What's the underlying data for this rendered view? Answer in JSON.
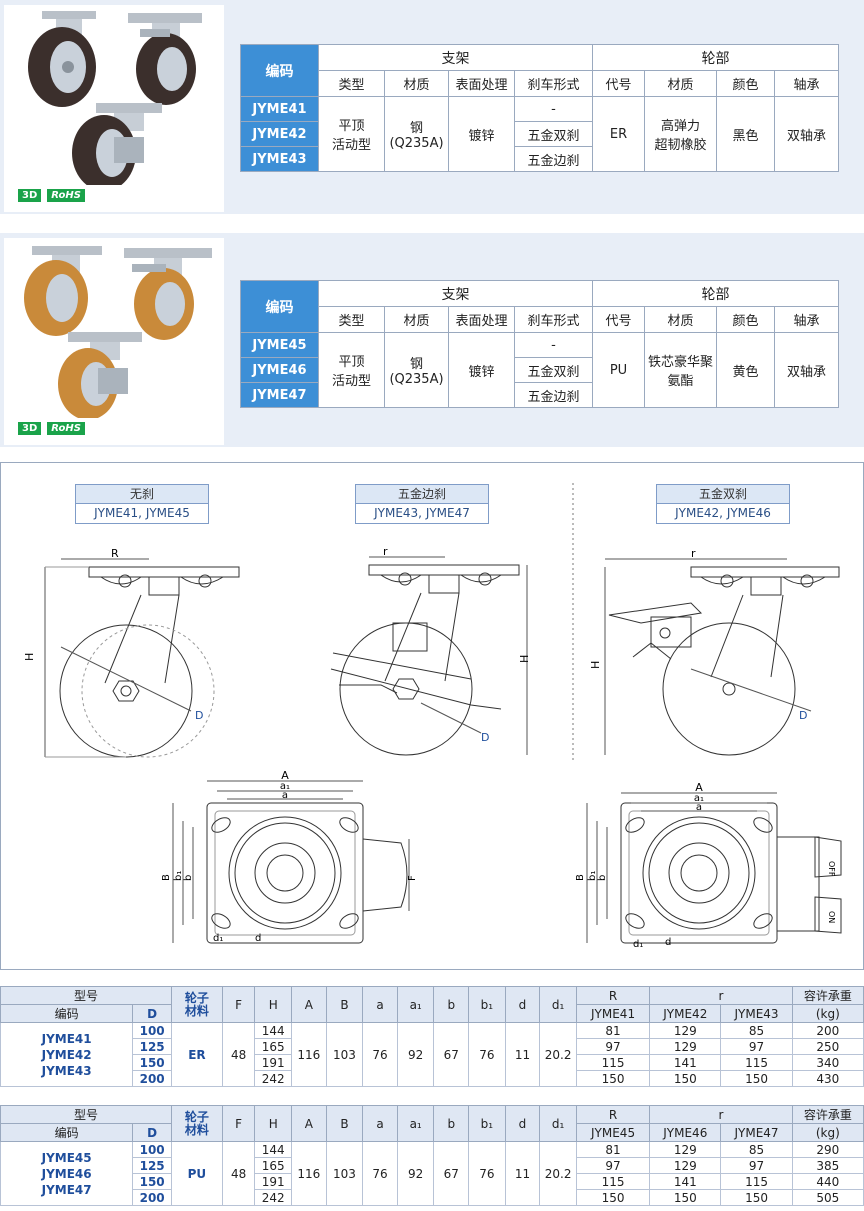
{
  "panels": [
    {
      "codes": [
        "JYME41",
        "JYME42",
        "JYME43"
      ],
      "header": {
        "code": "编码",
        "bracket": "支架",
        "wheel": "轮部"
      },
      "sub": [
        "类型",
        "材质",
        "表面处理",
        "刹车形式",
        "代号",
        "材质",
        "颜色",
        "轴承"
      ],
      "type": "平顶\n活动型",
      "material": "钢\n(Q235A)",
      "surface": "镀锌",
      "brakes": [
        "-",
        "五金双刹",
        "五金边刹"
      ],
      "wheel_code": "ER",
      "wheel_material": "高弹力\n超韧橡胶",
      "color": "黑色",
      "bearing": "双轴承",
      "badges": [
        "3D",
        "RoHS"
      ]
    },
    {
      "codes": [
        "JYME45",
        "JYME46",
        "JYME47"
      ],
      "header": {
        "code": "编码",
        "bracket": "支架",
        "wheel": "轮部"
      },
      "sub": [
        "类型",
        "材质",
        "表面处理",
        "刹车形式",
        "代号",
        "材质",
        "颜色",
        "轴承"
      ],
      "type": "平顶\n活动型",
      "material": "钢\n(Q235A)",
      "surface": "镀锌",
      "brakes": [
        "-",
        "五金双刹",
        "五金边刹"
      ],
      "wheel_code": "PU",
      "wheel_material": "铁芯豪华聚\n氨酯",
      "color": "黄色",
      "bearing": "双轴承",
      "badges": [
        "3D",
        "RoHS"
      ]
    }
  ],
  "drawing": {
    "labels": [
      {
        "title": "无刹",
        "models": "JYME41, JYME45"
      },
      {
        "title": "五金边刹",
        "models": "JYME43, JYME47"
      },
      {
        "title": "五金双刹",
        "models": "JYME42, JYME46"
      }
    ],
    "dims": {
      "R": "R",
      "r": "r",
      "H": "H",
      "D": "D",
      "A": "A",
      "a1": "a₁",
      "a": "a",
      "B": "B",
      "b1": "b₁",
      "b": "b",
      "F": "F",
      "d1": "d₁",
      "d": "d"
    },
    "off": "OFF",
    "on": "ON"
  },
  "dim_tables": [
    {
      "h": {
        "model": "型号",
        "code": "编码",
        "D": "D",
        "wheel_mat": "轮子\n材料",
        "F": "F",
        "H": "H",
        "A": "A",
        "B": "B",
        "a": "a",
        "a1": "a₁",
        "b": "b",
        "b1": "b₁",
        "d": "d",
        "d1": "d₁",
        "R": "R",
        "r": "r",
        "load": "容许承重",
        "load_unit": "(kg)"
      },
      "codes": [
        "JYME41",
        "JYME42",
        "JYME43"
      ],
      "wheel_mat": "ER",
      "F": "48",
      "A": "116",
      "B": "103",
      "a": "76",
      "a1": "92",
      "b": "67",
      "b1": "76",
      "d": "11",
      "d1": "20.2",
      "sub_cols": [
        "JYME41",
        "JYME42",
        "JYME43"
      ],
      "rows": [
        {
          "D": "100",
          "H": "144",
          "R": "81",
          "r1": "129",
          "r2": "85",
          "load": "200"
        },
        {
          "D": "125",
          "H": "165",
          "R": "97",
          "r1": "129",
          "r2": "97",
          "load": "250"
        },
        {
          "D": "150",
          "H": "191",
          "R": "115",
          "r1": "141",
          "r2": "115",
          "load": "340"
        },
        {
          "D": "200",
          "H": "242",
          "R": "150",
          "r1": "150",
          "r2": "150",
          "load": "430"
        }
      ]
    },
    {
      "h": {
        "model": "型号",
        "code": "编码",
        "D": "D",
        "wheel_mat": "轮子\n材料",
        "F": "F",
        "H": "H",
        "A": "A",
        "B": "B",
        "a": "a",
        "a1": "a₁",
        "b": "b",
        "b1": "b₁",
        "d": "d",
        "d1": "d₁",
        "R": "R",
        "r": "r",
        "load": "容许承重",
        "load_unit": "(kg)"
      },
      "codes": [
        "JYME45",
        "JYME46",
        "JYME47"
      ],
      "wheel_mat": "PU",
      "F": "48",
      "A": "116",
      "B": "103",
      "a": "76",
      "a1": "92",
      "b": "67",
      "b1": "76",
      "d": "11",
      "d1": "20.2",
      "sub_cols": [
        "JYME45",
        "JYME46",
        "JYME47"
      ],
      "rows": [
        {
          "D": "100",
          "H": "144",
          "R": "81",
          "r1": "129",
          "r2": "85",
          "load": "290"
        },
        {
          "D": "125",
          "H": "165",
          "R": "97",
          "r1": "129",
          "r2": "97",
          "load": "385"
        },
        {
          "D": "150",
          "H": "191",
          "R": "115",
          "r1": "141",
          "r2": "115",
          "load": "440"
        },
        {
          "D": "200",
          "H": "242",
          "R": "150",
          "r1": "150",
          "r2": "150",
          "load": "505"
        }
      ]
    }
  ],
  "colors": {
    "accent": "#3d8fd6",
    "panel_bg": "#e8eef7",
    "rubber": "#3b2f2c",
    "pu": "#c98a3a"
  }
}
